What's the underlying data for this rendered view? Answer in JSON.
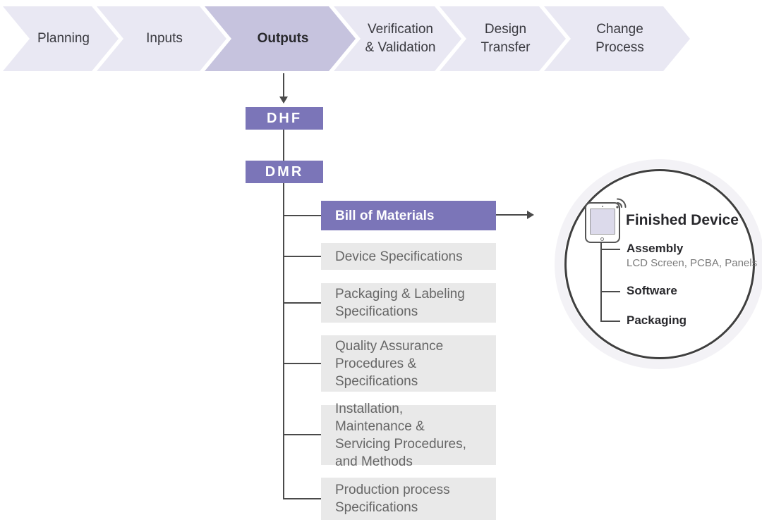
{
  "process_steps": [
    {
      "label": "Planning",
      "active": false
    },
    {
      "label": "Inputs",
      "active": false
    },
    {
      "label": "Outputs",
      "active": true
    },
    {
      "label": "Verification\n& Validation",
      "active": false
    },
    {
      "label": "Design\nTransfer",
      "active": false
    },
    {
      "label": "Change\nProcess",
      "active": false
    }
  ],
  "dhf": {
    "label": "DHF"
  },
  "dmr": {
    "label": "DMR"
  },
  "dmr_items": [
    {
      "label": "Bill of Materials",
      "highlighted": true
    },
    {
      "label": "Device Specifications",
      "highlighted": false
    },
    {
      "label": "Packaging & Labeling Specifications",
      "highlighted": false
    },
    {
      "label": "Quality Assurance Procedures & Specifications",
      "highlighted": false
    },
    {
      "label": "Installation, Maintenance & Servicing Procedures, and Methods",
      "highlighted": false
    },
    {
      "label": "Production process Specifications",
      "highlighted": false
    }
  ],
  "finished_device": {
    "title": "Finished Device",
    "device_icon": "tablet-with-wifi-icon",
    "components": [
      {
        "label": "Assembly",
        "sublabel": "LCD Screen, PCBA, Panels"
      },
      {
        "label": "Software"
      },
      {
        "label": "Packaging"
      }
    ]
  },
  "colors": {
    "accent_purple": "#7b75b8",
    "chevron_light": "#e9e8f3",
    "chevron_active": "#c6c3de",
    "item_gray_bg": "#e9e9e9",
    "item_gray_text": "#666666",
    "dark_text": "#28282c",
    "line": "#4a4a4a",
    "tablet_screen": "#dcdaeb",
    "circle_halo": "#f3f2f6"
  }
}
